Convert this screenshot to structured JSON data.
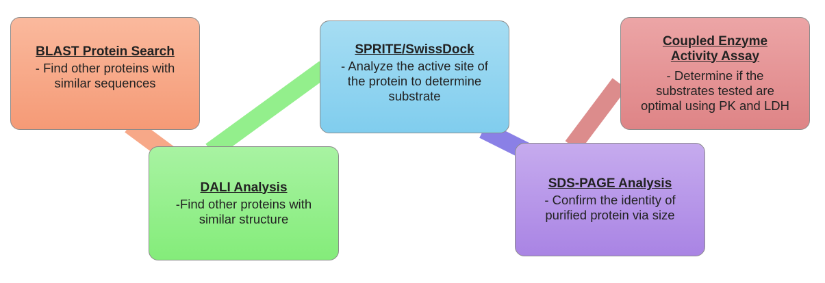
{
  "diagram": {
    "nodes": [
      {
        "id": "blast",
        "title": "BLAST Protein Search",
        "desc_lines": [
          "- Find other proteins with",
          "similar sequences"
        ]
      },
      {
        "id": "dali",
        "title": "DALI Analysis",
        "desc_lines": [
          "-Find other proteins with",
          "similar structure"
        ]
      },
      {
        "id": "sprite",
        "title": "SPRITE/SwissDock",
        "desc_lines": [
          "- Analyze the active site of",
          "the protein to determine",
          "substrate"
        ]
      },
      {
        "id": "sds",
        "title": "SDS-PAGE Analysis",
        "desc_lines": [
          "- Confirm the identity of",
          "purified protein via size"
        ]
      },
      {
        "id": "enzyme",
        "title_lines": [
          "Coupled Enzyme",
          "Activity Assay"
        ],
        "desc_lines": [
          "- Determine if the",
          "substrates tested are",
          "optimal using PK and LDH"
        ]
      }
    ],
    "connectors": [
      {
        "from": "blast",
        "to": "dali",
        "color": "#f7a888"
      },
      {
        "from": "dali",
        "to": "sprite",
        "color": "#93ef8c"
      },
      {
        "from": "sprite",
        "to": "sds",
        "color": "#8a80e6"
      },
      {
        "from": "sds",
        "to": "enzyme",
        "color": "#dc8c8c"
      }
    ]
  }
}
